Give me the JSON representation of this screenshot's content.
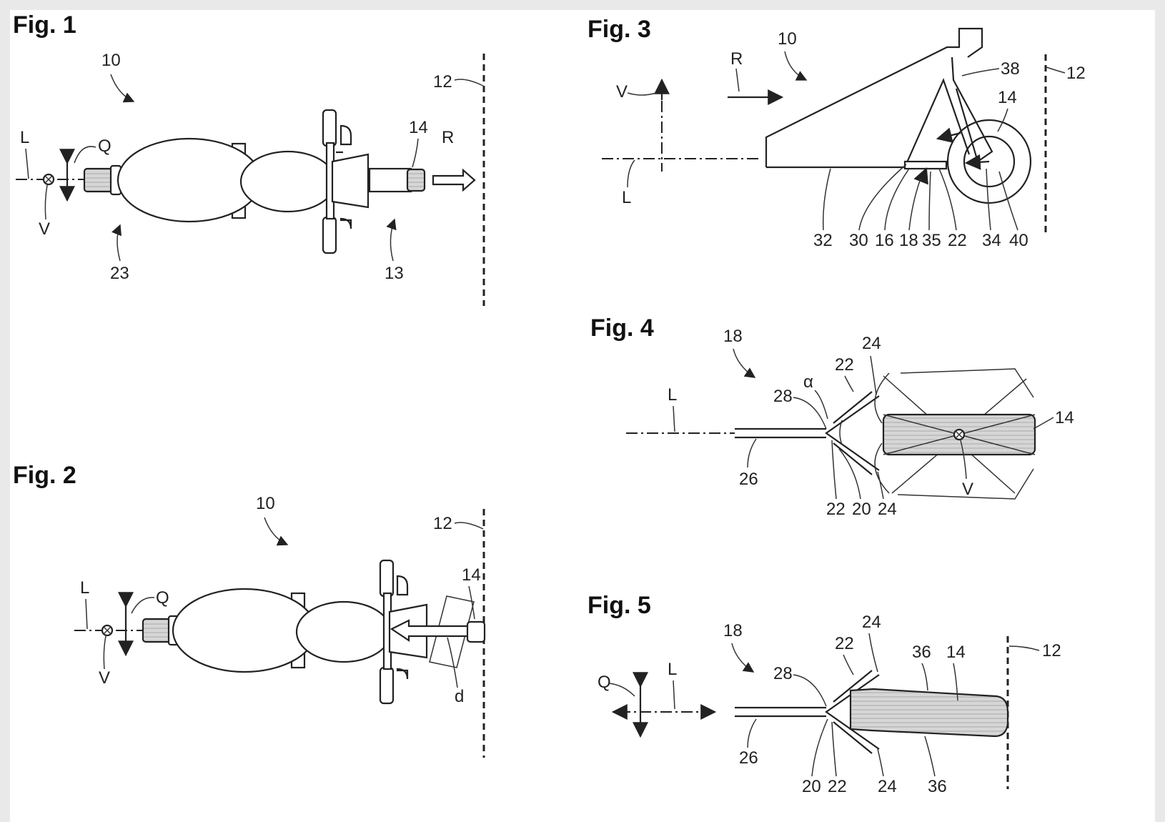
{
  "figures": [
    {
      "label": "Fig. 1"
    },
    {
      "label": "Fig. 2"
    },
    {
      "label": "Fig. 3"
    },
    {
      "label": "Fig. 4"
    },
    {
      "label": "Fig. 5"
    }
  ],
  "fig1": {
    "r10": "10",
    "r12": "12",
    "r14": "14",
    "r13": "13",
    "r23": "23",
    "L": "L",
    "Q": "Q",
    "V": "V",
    "R": "R"
  },
  "fig2": {
    "r10": "10",
    "r12": "12",
    "r14": "14",
    "L": "L",
    "Q": "Q",
    "V": "V",
    "d": "d"
  },
  "fig3": {
    "r10": "10",
    "r12": "12",
    "r14": "14",
    "r38": "38",
    "r32": "32",
    "r30": "30",
    "r16": "16",
    "r18": "18",
    "r35": "35",
    "r22": "22",
    "r34": "34",
    "r40": "40",
    "L": "L",
    "V": "V",
    "R": "R"
  },
  "fig4": {
    "r18": "18",
    "r24a": "24",
    "r22a": "22",
    "r28": "28",
    "alpha": "α",
    "r14": "14",
    "r26": "26",
    "r22b": "22",
    "r20": "20",
    "r24b": "24",
    "L": "L",
    "V": "V"
  },
  "fig5": {
    "r18": "18",
    "r24a": "24",
    "r22a": "22",
    "r36a": "36",
    "r14": "14",
    "r12": "12",
    "r28": "28",
    "r26": "26",
    "r20": "20",
    "r22b": "22",
    "r24b": "24",
    "r36b": "36",
    "L": "L",
    "Q": "Q"
  }
}
